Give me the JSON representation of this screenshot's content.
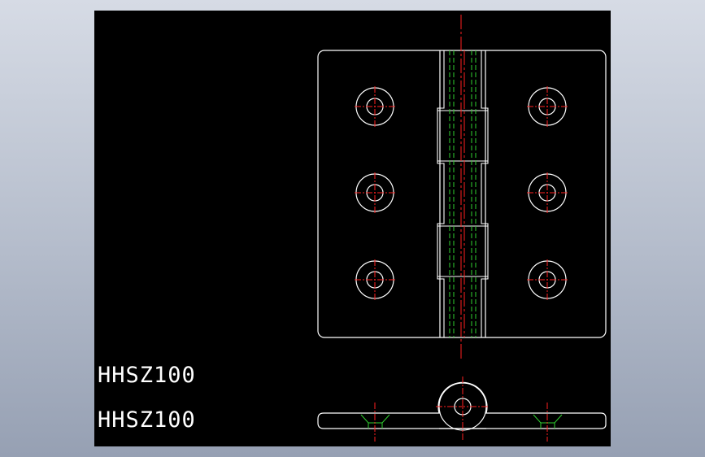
{
  "labels": [
    "HHSZ100",
    "HHSZ100"
  ],
  "colors": {
    "background": "#000000",
    "outline": "#ffffff",
    "centerline": "#ff2020",
    "hidden_line": "#30d030",
    "frame": "#b4bccb"
  },
  "hole_rows": 3,
  "hole_columns": 2,
  "knuckle_count": 5
}
